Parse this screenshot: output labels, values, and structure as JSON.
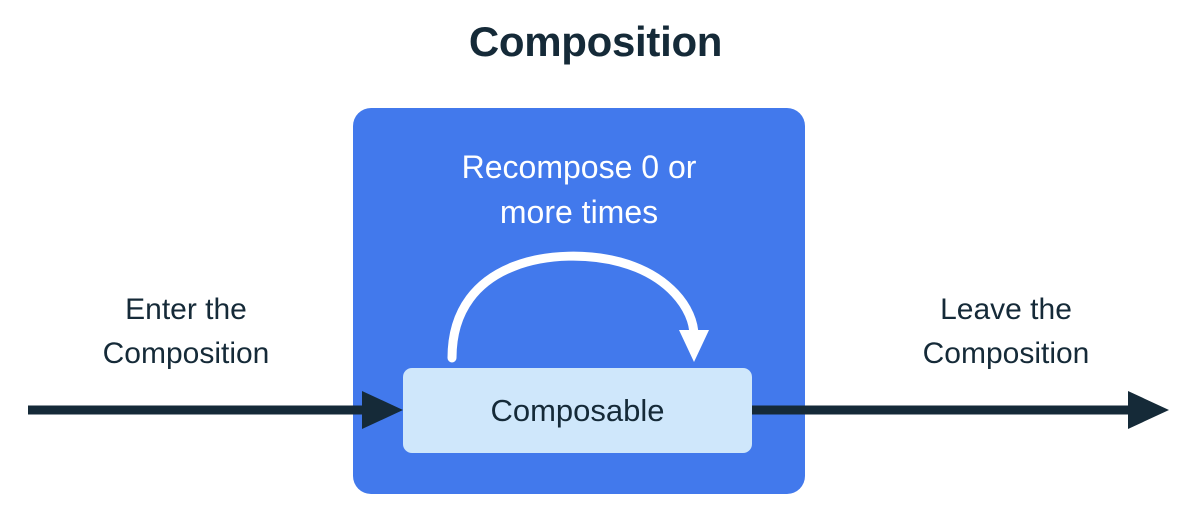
{
  "title": "Composition",
  "composition_box": {
    "recompose_note_line1": "Recompose 0 or",
    "recompose_note_line2": "more times",
    "node_label": "Composable",
    "fill_color": "#4279ec",
    "node_fill_color": "#cfe7fb"
  },
  "labels": {
    "enter_line1": "Enter the",
    "enter_line2": "Composition",
    "leave_line1": "Leave the",
    "leave_line2": "Composition"
  },
  "colors": {
    "background": "#ffffff",
    "text_dark": "#152a38",
    "text_light": "#ffffff",
    "blue": "#4279ec",
    "light_blue": "#cfe7fb",
    "arrow_dark": "#152a38",
    "arrow_white": "#ffffff"
  },
  "icons": {
    "enter_arrow": "arrow-right-icon",
    "leave_arrow": "arrow-right-icon",
    "recompose_loop": "curved-loop-arrow-icon"
  }
}
